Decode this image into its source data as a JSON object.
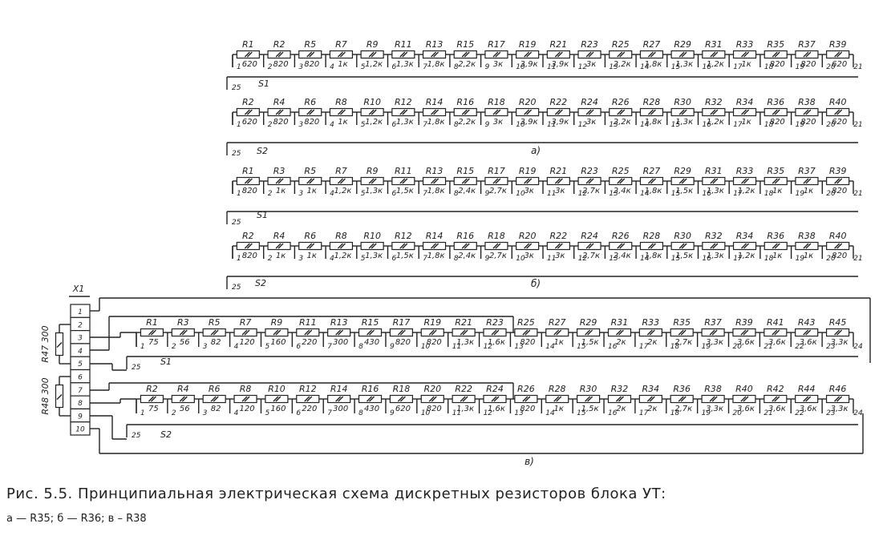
{
  "caption": {
    "title": "Рис. 5.5. Принципиальная электрическая схема дискретных резисторов блока УТ:",
    "subtitle": "а — R35; б — R36; в  – R38"
  },
  "connector": {
    "name": "X1",
    "pins": [
      "1",
      "2",
      "3",
      "4",
      "5",
      "6",
      "7",
      "8",
      "9",
      "10"
    ],
    "resistors": [
      {
        "label": "R47 300"
      },
      {
        "label": "R48 300"
      }
    ]
  },
  "diagrams": [
    {
      "id": "a",
      "part_label": "а)",
      "rows": [
        {
          "switch": "S1",
          "end_node": "21",
          "tap_node": "25",
          "resistors": [
            {
              "name": "R1",
              "value": "620",
              "node": "1"
            },
            {
              "name": "R2",
              "value": "820",
              "node": "2"
            },
            {
              "name": "R5",
              "value": "820",
              "node": "3"
            },
            {
              "name": "R7",
              "value": "1к",
              "node": "4"
            },
            {
              "name": "R9",
              "value": "1,2к",
              "node": "5"
            },
            {
              "name": "R11",
              "value": "1,3к",
              "node": "6"
            },
            {
              "name": "R13",
              "value": "1,8к",
              "node": "7"
            },
            {
              "name": "R15",
              "value": "2,2к",
              "node": "8"
            },
            {
              "name": "R17",
              "value": "3к",
              "node": "9"
            },
            {
              "name": "R19",
              "value": "3,9к",
              "node": "10"
            },
            {
              "name": "R21",
              "value": "3,9к",
              "node": "11"
            },
            {
              "name": "R23",
              "value": "3к",
              "node": "12"
            },
            {
              "name": "R25",
              "value": "2,2к",
              "node": "13"
            },
            {
              "name": "R27",
              "value": "1,8к",
              "node": "14"
            },
            {
              "name": "R29",
              "value": "1,3к",
              "node": "15"
            },
            {
              "name": "R31",
              "value": "1,2к",
              "node": "16"
            },
            {
              "name": "R33",
              "value": "1к",
              "node": "17"
            },
            {
              "name": "R35",
              "value": "820",
              "node": "18"
            },
            {
              "name": "R37",
              "value": "820",
              "node": "19"
            },
            {
              "name": "R39",
              "value": "620",
              "node": "20"
            }
          ]
        },
        {
          "switch": "S2",
          "end_node": "21",
          "tap_node": "25",
          "resistors": [
            {
              "name": "R2",
              "value": "620",
              "node": "1"
            },
            {
              "name": "R4",
              "value": "820",
              "node": "2"
            },
            {
              "name": "R6",
              "value": "820",
              "node": "3"
            },
            {
              "name": "R8",
              "value": "1к",
              "node": "4"
            },
            {
              "name": "R10",
              "value": "1,2к",
              "node": "5"
            },
            {
              "name": "R12",
              "value": "1,3к",
              "node": "6"
            },
            {
              "name": "R14",
              "value": "1,8к",
              "node": "7"
            },
            {
              "name": "R16",
              "value": "2,2к",
              "node": "8"
            },
            {
              "name": "R18",
              "value": "3к",
              "node": "9"
            },
            {
              "name": "R20",
              "value": "3,9к",
              "node": "10"
            },
            {
              "name": "R22",
              "value": "3,9к",
              "node": "11"
            },
            {
              "name": "R24",
              "value": "3к",
              "node": "12"
            },
            {
              "name": "R26",
              "value": "2,2к",
              "node": "13"
            },
            {
              "name": "R28",
              "value": "1,8к",
              "node": "14"
            },
            {
              "name": "R30",
              "value": "1,3к",
              "node": "15"
            },
            {
              "name": "R32",
              "value": "1,2к",
              "node": "16"
            },
            {
              "name": "R34",
              "value": "1к",
              "node": "17"
            },
            {
              "name": "R36",
              "value": "820",
              "node": "18"
            },
            {
              "name": "R38",
              "value": "820",
              "node": "19"
            },
            {
              "name": "R40",
              "value": "620",
              "node": "20"
            }
          ]
        }
      ]
    },
    {
      "id": "b",
      "part_label": "б)",
      "rows": [
        {
          "switch": "S1",
          "end_node": "21",
          "tap_node": "25",
          "resistors": [
            {
              "name": "R1",
              "value": "820",
              "node": "1"
            },
            {
              "name": "R3",
              "value": "1к",
              "node": "2"
            },
            {
              "name": "R5",
              "value": "1к",
              "node": "3"
            },
            {
              "name": "R7",
              "value": "1,2к",
              "node": "4"
            },
            {
              "name": "R9",
              "value": "1,3к",
              "node": "5"
            },
            {
              "name": "R11",
              "value": "1,5к",
              "node": "6"
            },
            {
              "name": "R13",
              "value": "1,8к",
              "node": "7"
            },
            {
              "name": "R15",
              "value": "2,4к",
              "node": "8"
            },
            {
              "name": "R17",
              "value": "2,7к",
              "node": "9"
            },
            {
              "name": "R19",
              "value": "3к",
              "node": "10"
            },
            {
              "name": "R21",
              "value": "3к",
              "node": "11"
            },
            {
              "name": "R23",
              "value": "2,7к",
              "node": "12"
            },
            {
              "name": "R25",
              "value": "2,4к",
              "node": "13"
            },
            {
              "name": "R27",
              "value": "1,8к",
              "node": "14"
            },
            {
              "name": "R29",
              "value": "1,5к",
              "node": "15"
            },
            {
              "name": "R31",
              "value": "1,3к",
              "node": "16"
            },
            {
              "name": "R33",
              "value": "1,2к",
              "node": "17"
            },
            {
              "name": "R35",
              "value": "1к",
              "node": "18"
            },
            {
              "name": "R37",
              "value": "1к",
              "node": "19"
            },
            {
              "name": "R39",
              "value": "820",
              "node": "20"
            }
          ]
        },
        {
          "switch": "S2",
          "end_node": "21",
          "tap_node": "25",
          "resistors": [
            {
              "name": "R2",
              "value": "820",
              "node": "1"
            },
            {
              "name": "R4",
              "value": "1к",
              "node": "2"
            },
            {
              "name": "R6",
              "value": "1к",
              "node": "3"
            },
            {
              "name": "R8",
              "value": "1,2к",
              "node": "4"
            },
            {
              "name": "R10",
              "value": "1,3к",
              "node": "5"
            },
            {
              "name": "R12",
              "value": "1,5к",
              "node": "6"
            },
            {
              "name": "R14",
              "value": "1,8к",
              "node": "7"
            },
            {
              "name": "R16",
              "value": "2,4к",
              "node": "8"
            },
            {
              "name": "R18",
              "value": "2,7к",
              "node": "9"
            },
            {
              "name": "R20",
              "value": "3к",
              "node": "10"
            },
            {
              "name": "R22",
              "value": "3к",
              "node": "11"
            },
            {
              "name": "R24",
              "value": "2,7к",
              "node": "12"
            },
            {
              "name": "R26",
              "value": "2,4к",
              "node": "13"
            },
            {
              "name": "R28",
              "value": "1,8к",
              "node": "14"
            },
            {
              "name": "R30",
              "value": "1,5к",
              "node": "15"
            },
            {
              "name": "R32",
              "value": "1,3к",
              "node": "16"
            },
            {
              "name": "R34",
              "value": "1,2к",
              "node": "17"
            },
            {
              "name": "R36",
              "value": "1к",
              "node": "18"
            },
            {
              "name": "R38",
              "value": "1к",
              "node": "19"
            },
            {
              "name": "R40",
              "value": "820",
              "node": "20"
            }
          ]
        }
      ]
    },
    {
      "id": "c",
      "part_label": "в)",
      "rows": [
        {
          "switch": "S1",
          "end_node": "24",
          "tap_node": "25",
          "resistors": [
            {
              "name": "R1",
              "value": "75",
              "node": "1"
            },
            {
              "name": "R3",
              "value": "56",
              "node": "2"
            },
            {
              "name": "R5",
              "value": "82",
              "node": "3"
            },
            {
              "name": "R7",
              "value": "120",
              "node": "4"
            },
            {
              "name": "R9",
              "value": "160",
              "node": "5"
            },
            {
              "name": "R11",
              "value": "220",
              "node": "6"
            },
            {
              "name": "R13",
              "value": "300",
              "node": "7"
            },
            {
              "name": "R15",
              "value": "430",
              "node": "8"
            },
            {
              "name": "R17",
              "value": "820",
              "node": "9"
            },
            {
              "name": "R19",
              "value": "820",
              "node": "10"
            },
            {
              "name": "R21",
              "value": "1,3к",
              "node": "11"
            },
            {
              "name": "R23",
              "value": "1,6к",
              "node": "12"
            },
            {
              "name": "R25",
              "value": "820",
              "node": "13"
            },
            {
              "name": "R27",
              "value": "1к",
              "node": "14"
            },
            {
              "name": "R29",
              "value": "1,5к",
              "node": "15"
            },
            {
              "name": "R31",
              "value": "2к",
              "node": "16"
            },
            {
              "name": "R33",
              "value": "2к",
              "node": "17"
            },
            {
              "name": "R35",
              "value": "2,7к",
              "node": "18"
            },
            {
              "name": "R37",
              "value": "3,3к",
              "node": "19"
            },
            {
              "name": "R39",
              "value": "3,6к",
              "node": "20"
            },
            {
              "name": "R41",
              "value": "3,6к",
              "node": "21"
            },
            {
              "name": "R43",
              "value": "3,6к",
              "node": "22"
            },
            {
              "name": "R45",
              "value": "3,3к",
              "node": "23"
            }
          ]
        },
        {
          "switch": "S2",
          "end_node": "24",
          "tap_node": "25",
          "resistors": [
            {
              "name": "R2",
              "value": "75",
              "node": "1"
            },
            {
              "name": "R4",
              "value": "56",
              "node": "2"
            },
            {
              "name": "R6",
              "value": "82",
              "node": "3"
            },
            {
              "name": "R8",
              "value": "120",
              "node": "4"
            },
            {
              "name": "R10",
              "value": "160",
              "node": "5"
            },
            {
              "name": "R12",
              "value": "220",
              "node": "6"
            },
            {
              "name": "R14",
              "value": "300",
              "node": "7"
            },
            {
              "name": "R16",
              "value": "430",
              "node": "8"
            },
            {
              "name": "R18",
              "value": "620",
              "node": "9"
            },
            {
              "name": "R20",
              "value": "820",
              "node": "10"
            },
            {
              "name": "R22",
              "value": "1,3к",
              "node": "11"
            },
            {
              "name": "R24",
              "value": "1,6к",
              "node": "12"
            },
            {
              "name": "R26",
              "value": "820",
              "node": "13"
            },
            {
              "name": "R28",
              "value": "1к",
              "node": "14"
            },
            {
              "name": "R30",
              "value": "1,5к",
              "node": "15"
            },
            {
              "name": "R32",
              "value": "2к",
              "node": "16"
            },
            {
              "name": "R34",
              "value": "2к",
              "node": "17"
            },
            {
              "name": "R36",
              "value": "2,7к",
              "node": "18"
            },
            {
              "name": "R38",
              "value": "3,3к",
              "node": "19"
            },
            {
              "name": "R40",
              "value": "3,6к",
              "node": "20"
            },
            {
              "name": "R42",
              "value": "3,6к",
              "node": "21"
            },
            {
              "name": "R44",
              "value": "3,6к",
              "node": "22"
            },
            {
              "name": "R46",
              "value": "3,3к",
              "node": "23"
            }
          ]
        }
      ]
    }
  ]
}
